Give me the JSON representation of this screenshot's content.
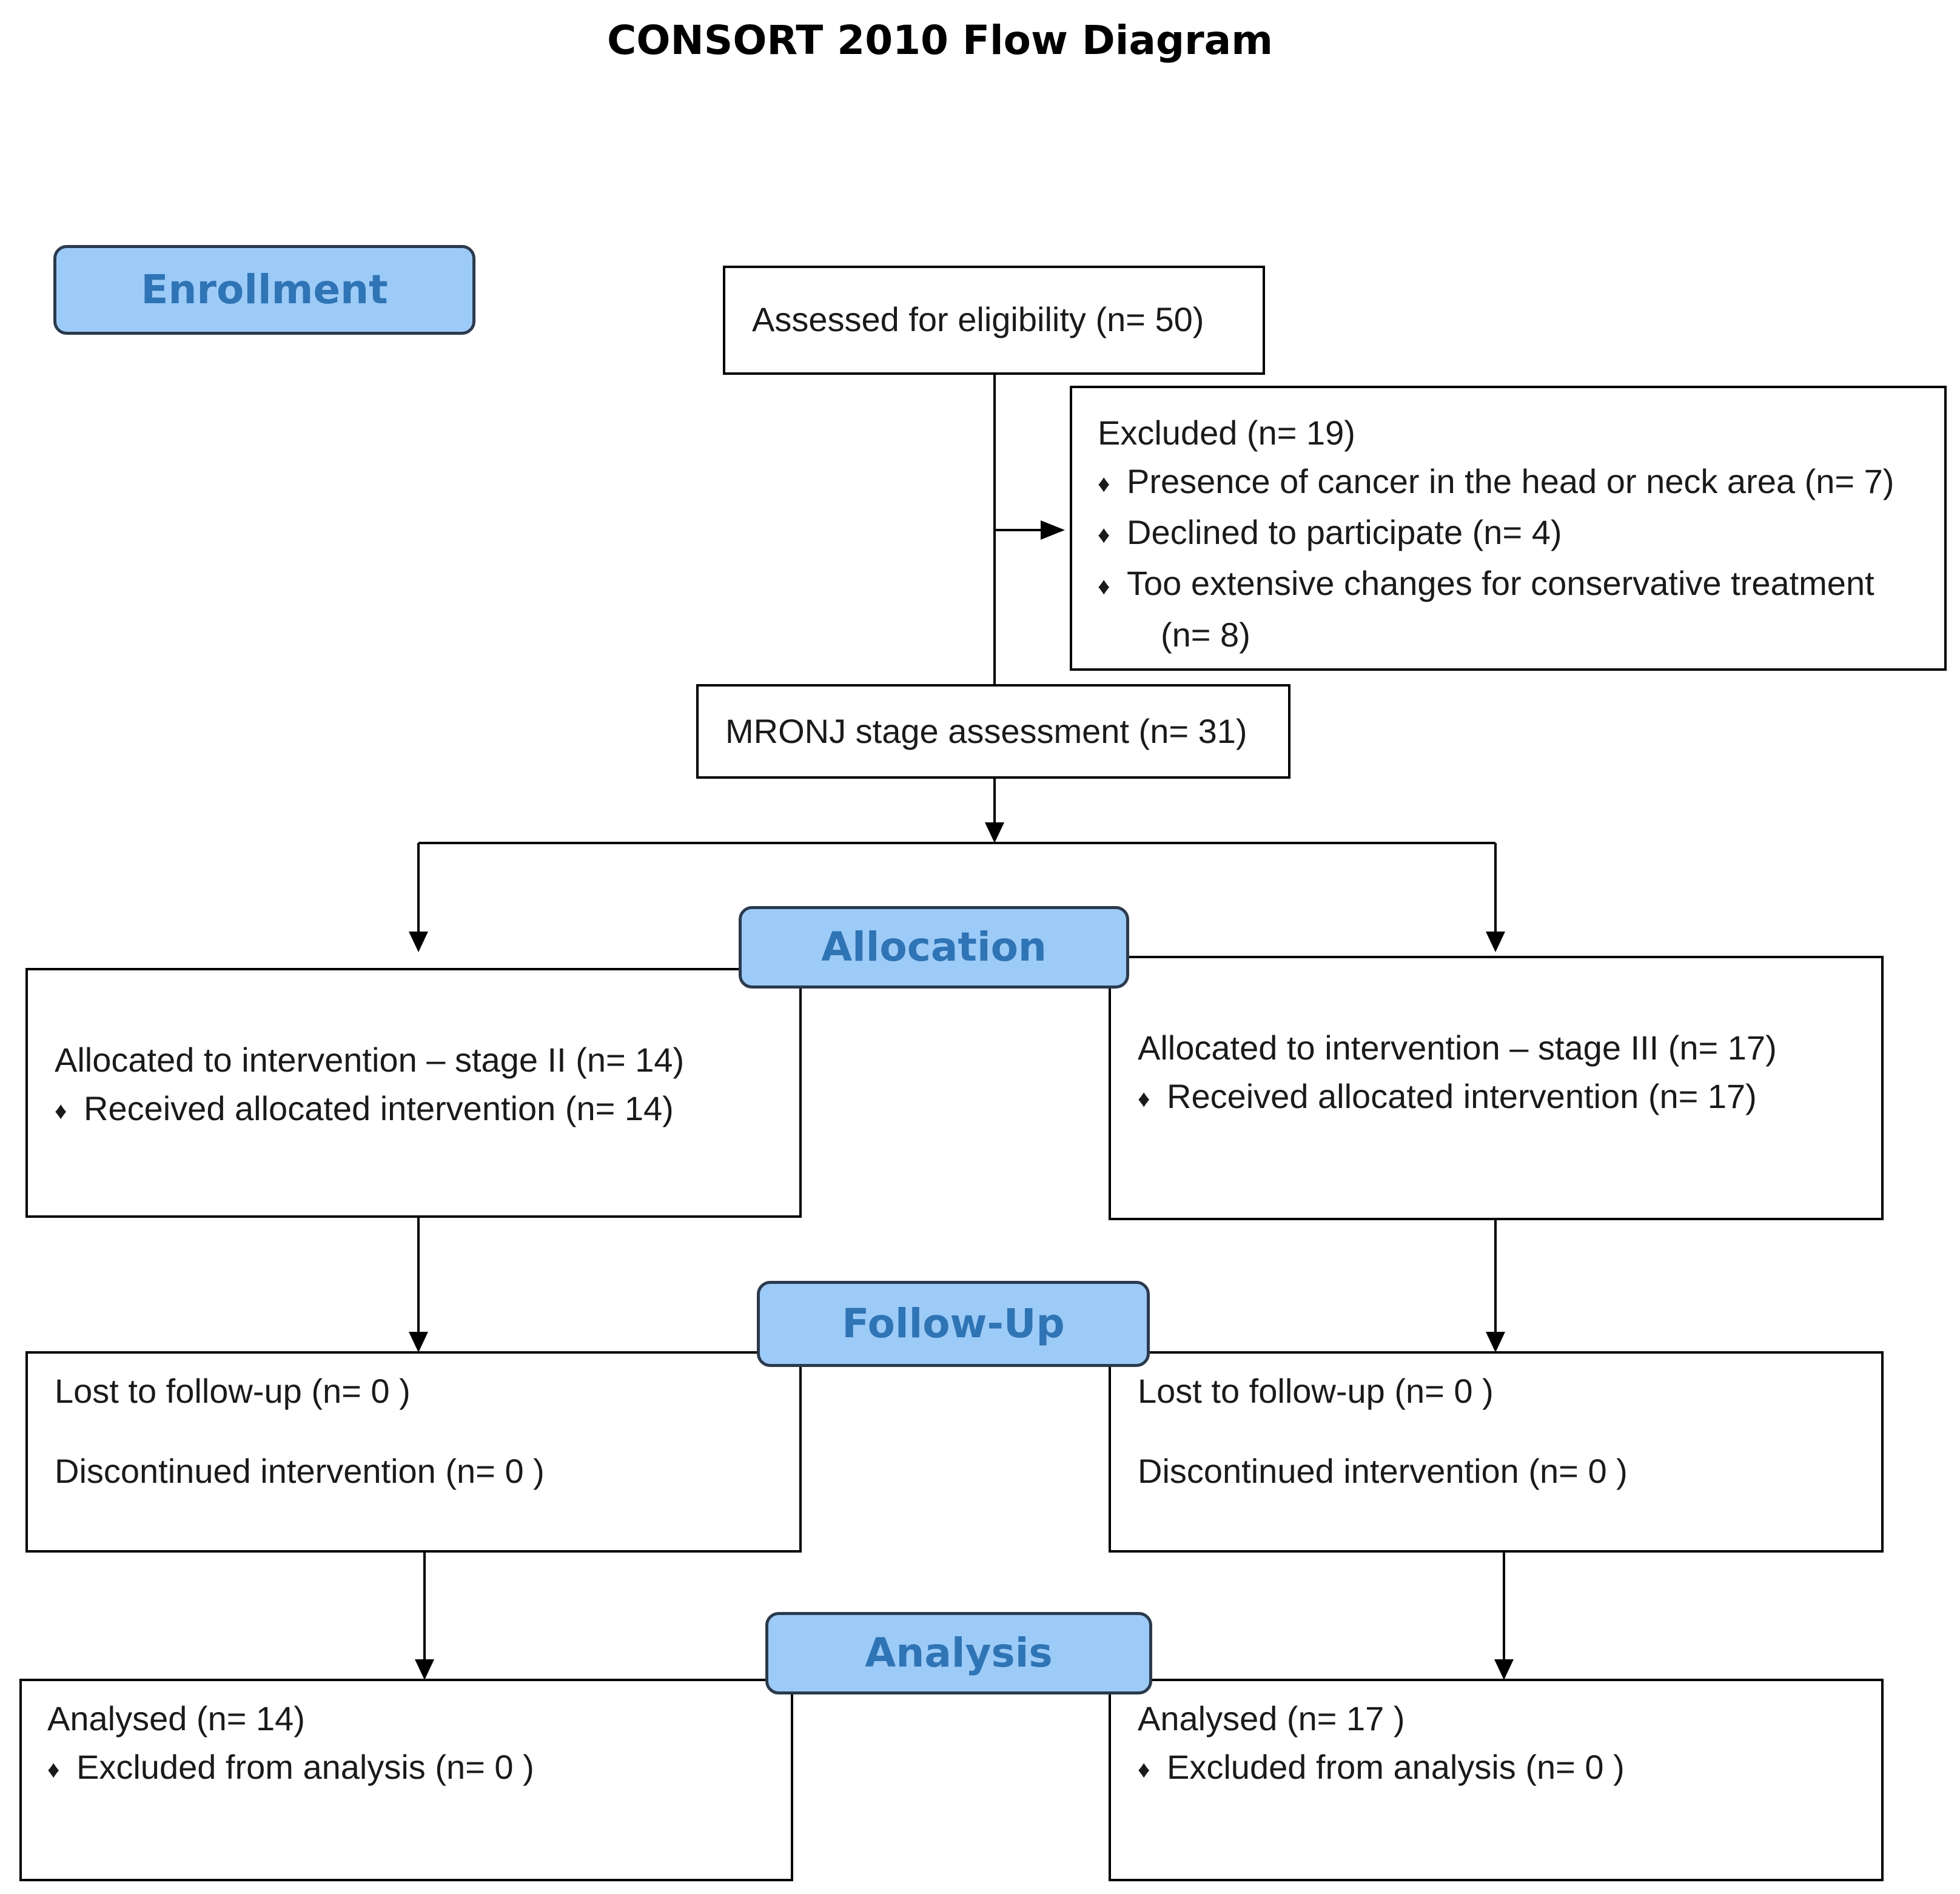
{
  "title": "CONSORT 2010 Flow Diagram",
  "stages": {
    "enrollment": "Enrollment",
    "allocation": "Allocation",
    "follow_up": "Follow-Up",
    "analysis": "Analysis"
  },
  "assessed": "Assessed for eligibility (n= 50)",
  "excluded": {
    "heading": "Excluded  (n= 19)",
    "reasons": [
      "Presence of cancer in the head or neck area (n= 7)",
      "Declined to participate (n= 4)",
      "Too extensive changes for conservative treatment"
    ],
    "reason_continuation": "(n= 8)"
  },
  "stage_assessment": "MRONJ stage assessment (n= 31)",
  "arms": [
    {
      "allocated": "Allocated to intervention – stage II (n= 14)",
      "received": "Received allocated intervention (n= 14)",
      "lost": "Lost to follow-up (n= 0 )",
      "discontinued": "Discontinued intervention (n= 0 )",
      "analysed": "Analysed  (n= 14)",
      "excluded_analysis": "Excluded from analysis (n= 0 )"
    },
    {
      "allocated": "Allocated to intervention – stage III (n= 17)",
      "received": "Received allocated intervention (n= 17)",
      "lost": "Lost to follow-up (n= 0 )",
      "discontinued": "Discontinued intervention (n= 0 )",
      "analysed": "Analysed  (n= 17 )",
      "excluded_analysis": "Excluded from analysis (n= 0 )"
    }
  ],
  "bullet_symbol": "♦"
}
